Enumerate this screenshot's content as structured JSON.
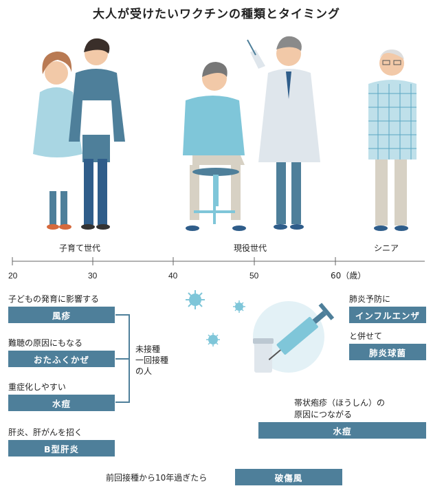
{
  "title": "大人が受けたいワクチンの種類とタイミング",
  "generations": {
    "child_rearing": "子育て世代",
    "working": "現役世代",
    "senior": "シニア"
  },
  "axis": {
    "ticks": [
      "20",
      "30",
      "40",
      "50",
      "60（歳）"
    ]
  },
  "left_vaccines": [
    {
      "desc": "子どもの発育に影響する",
      "name": "風疹"
    },
    {
      "desc": "難聴の原因にもなる",
      "name": "おたふくかぜ"
    },
    {
      "desc": "重症化しやすい",
      "name": "水痘"
    },
    {
      "desc": "肝炎、肝がんを招く",
      "name": "B型肝炎"
    }
  ],
  "bracket_note": [
    "未接種",
    "一回接種",
    "の人"
  ],
  "senior_block": {
    "pneumonia_prevention": "肺炎予防に",
    "influenza": "インフルエンザ",
    "together": "と併せて",
    "pneumococcus": "肺炎球菌"
  },
  "shingles": {
    "desc_line1": "帯状疱疹（ほうしん）の",
    "desc_line2": "原因につながる",
    "name": "水痘"
  },
  "tetanus": {
    "desc": "前回接種から10年過ぎたら",
    "name": "破傷風"
  },
  "colors": {
    "bar": "#4e7f9a",
    "virus": "#7fc6d9",
    "axis": "#666666"
  }
}
